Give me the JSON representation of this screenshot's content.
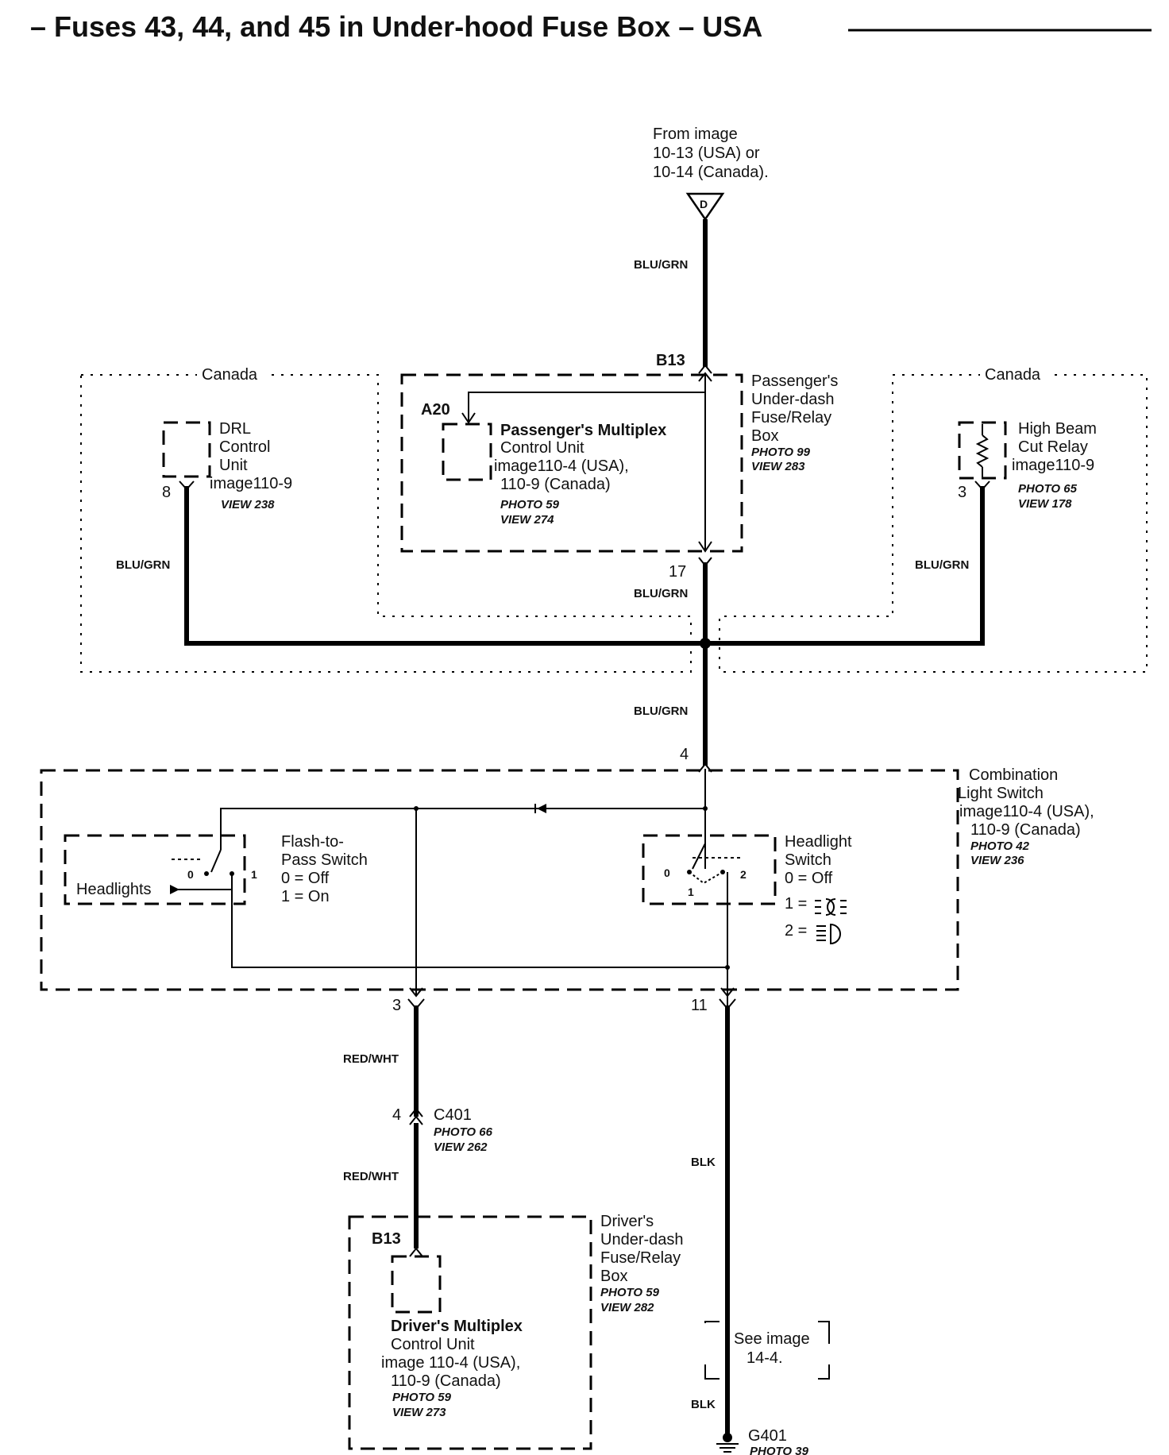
{
  "title": "– Fuses 43, 44, and 45 in Under-hood Fuse Box – USA",
  "from_note": [
    "From image",
    "10-13 (USA) or",
    "10-14 (Canada)."
  ],
  "connector_d": "D",
  "wires": {
    "blu_grn": "BLU/GRN",
    "red_wht": "RED/WHT",
    "blk": "BLK"
  },
  "canada_label": "Canada",
  "terminals": {
    "b13_top": "B13",
    "a20": "A20",
    "t17": "17",
    "t8": "8",
    "t3_relay": "3",
    "t4": "4",
    "t3": "3",
    "t11": "11",
    "c401_pin": "4",
    "b13_driver": "B13"
  },
  "drl": {
    "name": [
      "DRL",
      "Control",
      "Unit",
      "image110-9"
    ],
    "view": "VIEW 238"
  },
  "passenger_mcu": {
    "name": [
      "Passenger's Multiplex",
      "Control Unit",
      "image110-4 (USA),",
      "110-9 (Canada)"
    ],
    "photo": "PHOTO 59",
    "view": "VIEW 274"
  },
  "passenger_box": {
    "name": [
      "Passenger's",
      "Under-dash",
      "Fuse/Relay",
      "Box"
    ],
    "photo": "PHOTO 99",
    "view": "VIEW 283"
  },
  "high_beam": {
    "name": [
      "High Beam",
      "Cut Relay",
      "image110-9"
    ],
    "photo": "PHOTO 65",
    "view": "VIEW 178"
  },
  "combination_switch": {
    "name": [
      "Combination",
      "Light Switch",
      "image110-4 (USA),",
      "110-9 (Canada)"
    ],
    "photo": "PHOTO 42",
    "view": "VIEW 236"
  },
  "flash_to_pass": {
    "name": [
      "Flash-to-",
      "Pass Switch",
      "0 = Off",
      "1 = On"
    ],
    "pos0": "0",
    "pos1": "1",
    "headlights": "Headlights"
  },
  "headlight_switch": {
    "name": [
      "Headlight",
      "Switch",
      "0 = Off"
    ],
    "pos1": "1 =",
    "pos2": "2 =",
    "p0": "0",
    "p1": "1",
    "p2": "2"
  },
  "c401": {
    "name": "C401",
    "photo": "PHOTO 66",
    "view": "VIEW 262"
  },
  "driver_box": {
    "name": [
      "Driver's",
      "Under-dash",
      "Fuse/Relay",
      "Box"
    ],
    "photo": "PHOTO 59",
    "view": "VIEW 282"
  },
  "driver_mcu": {
    "name": [
      "Driver's Multiplex",
      "Control Unit",
      "image 110-4 (USA),",
      "110-9 (Canada)"
    ],
    "photo": "PHOTO 59",
    "view": "VIEW 273"
  },
  "see_image": [
    "See image",
    "14-4."
  ],
  "ground": {
    "name": "G401",
    "photo": "PHOTO 39"
  }
}
